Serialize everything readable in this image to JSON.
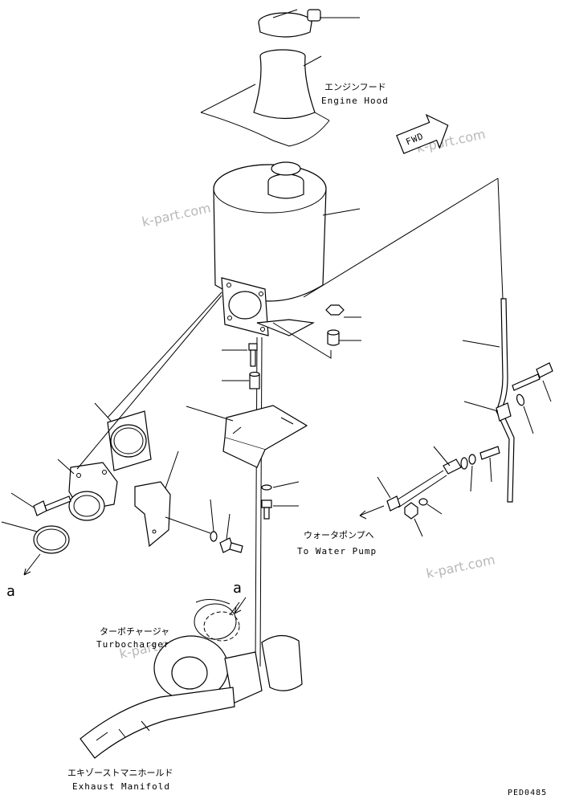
{
  "labels": {
    "engine_hood_jp": "エンジンフード",
    "engine_hood_en": "Engine Hood",
    "water_pump_jp": "ウォータポンプへ",
    "water_pump_en": "To Water Pump",
    "turbo_jp": "ターボチャージャ",
    "turbo_en": "Turbocharger",
    "exhaust_jp": "エキゾーストマニホールド",
    "exhaust_en": "Exhaust Manifold",
    "fwd": "FWD",
    "ref_a_left": "a",
    "ref_a_turbo": "a"
  },
  "watermark": "k-part.com",
  "drawing_code": "PED0485"
}
